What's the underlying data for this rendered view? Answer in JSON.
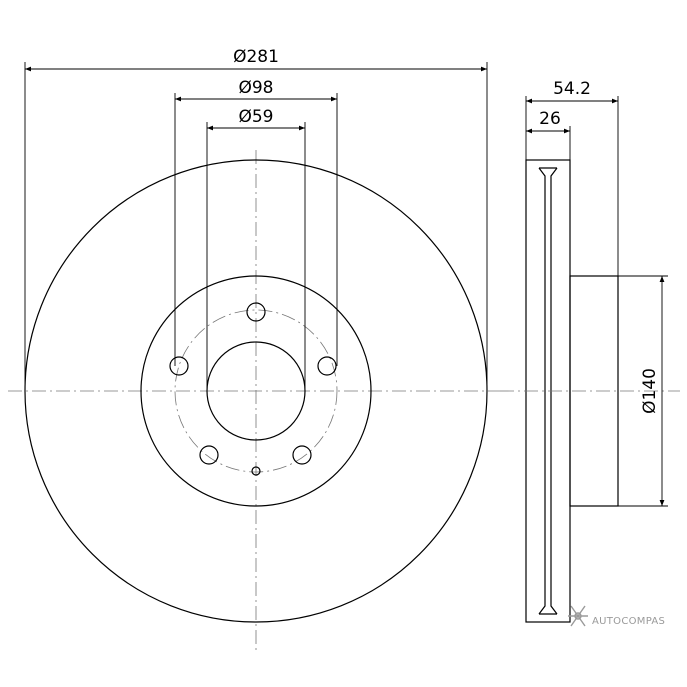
{
  "dimensions": {
    "outer_diameter": "Ø281",
    "bolt_circle_diameter": "Ø98",
    "center_bore_diameter": "Ø59",
    "total_height": "54.2",
    "disc_thickness": "26",
    "hat_diameter": "Ø140"
  },
  "watermark": {
    "text": "AUTOCOMPAS",
    "icon": "autocompas-logo-icon",
    "color": "#9a9a9a"
  }
}
